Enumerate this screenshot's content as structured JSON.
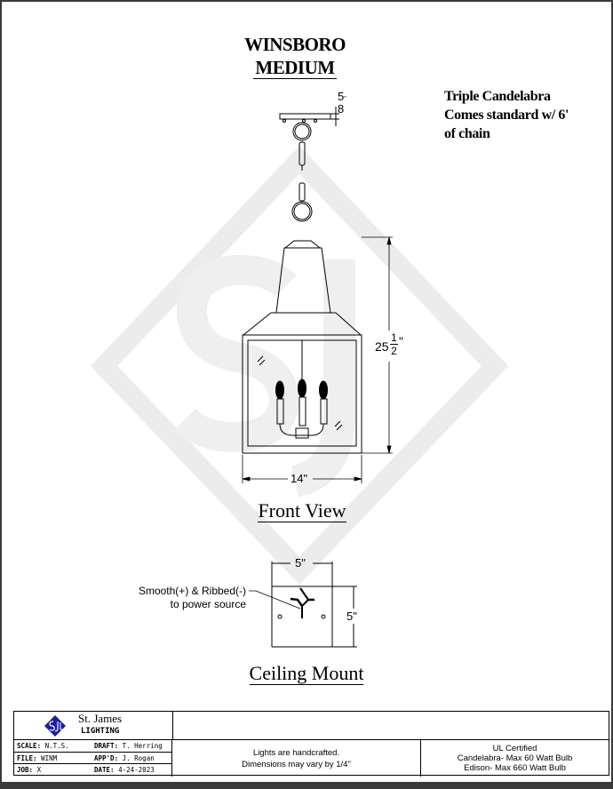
{
  "title": {
    "line1": "WINSBORO",
    "line2": "MEDIUM"
  },
  "note": {
    "line1": "Triple Candelabra",
    "line2": "Comes standard w/ 6'",
    "line3": "of chain"
  },
  "front_view": {
    "caption": "Front View",
    "canopy_height": {
      "whole": "5",
      "unit": "\"",
      "denominator": "8"
    },
    "height": {
      "whole": "25",
      "numerator": "1",
      "denominator": "2",
      "unit": "\""
    },
    "width": "14\""
  },
  "ceiling_mount": {
    "caption": "Ceiling Mount",
    "width": "5\"",
    "height": "5\"",
    "callout_line1": "Smooth(+) & Ribbed(-)",
    "callout_line2": "to power source"
  },
  "watermark": "SJ",
  "title_block": {
    "company_line1": "St. James",
    "company_line2": "LIGHTING",
    "logo_text": "SJL",
    "scale_label": "SCALE:",
    "scale_value": "N.T.S.",
    "draft_label": "DRAFT:",
    "draft_value": "T. Herring",
    "file_label": "FILE:",
    "file_value": "WINM",
    "appd_label": "APP'D:",
    "appd_value": "J. Rogan",
    "job_label": "JOB:",
    "job_value": "X",
    "date_label": "DATE:",
    "date_value": "4-24-2023",
    "handcrafted_line1": "Lights are handcrafted.",
    "handcrafted_line2": "Dimensions may vary by 1/4\"",
    "ul_line1": "UL Certified",
    "ul_line2": "Candelabra- Max 60 Watt Bulb",
    "ul_line3": "Edison- Max 660 Watt Bulb"
  },
  "colors": {
    "dimension_text": "#1a3a8a",
    "logo": "#1c1c9c"
  }
}
